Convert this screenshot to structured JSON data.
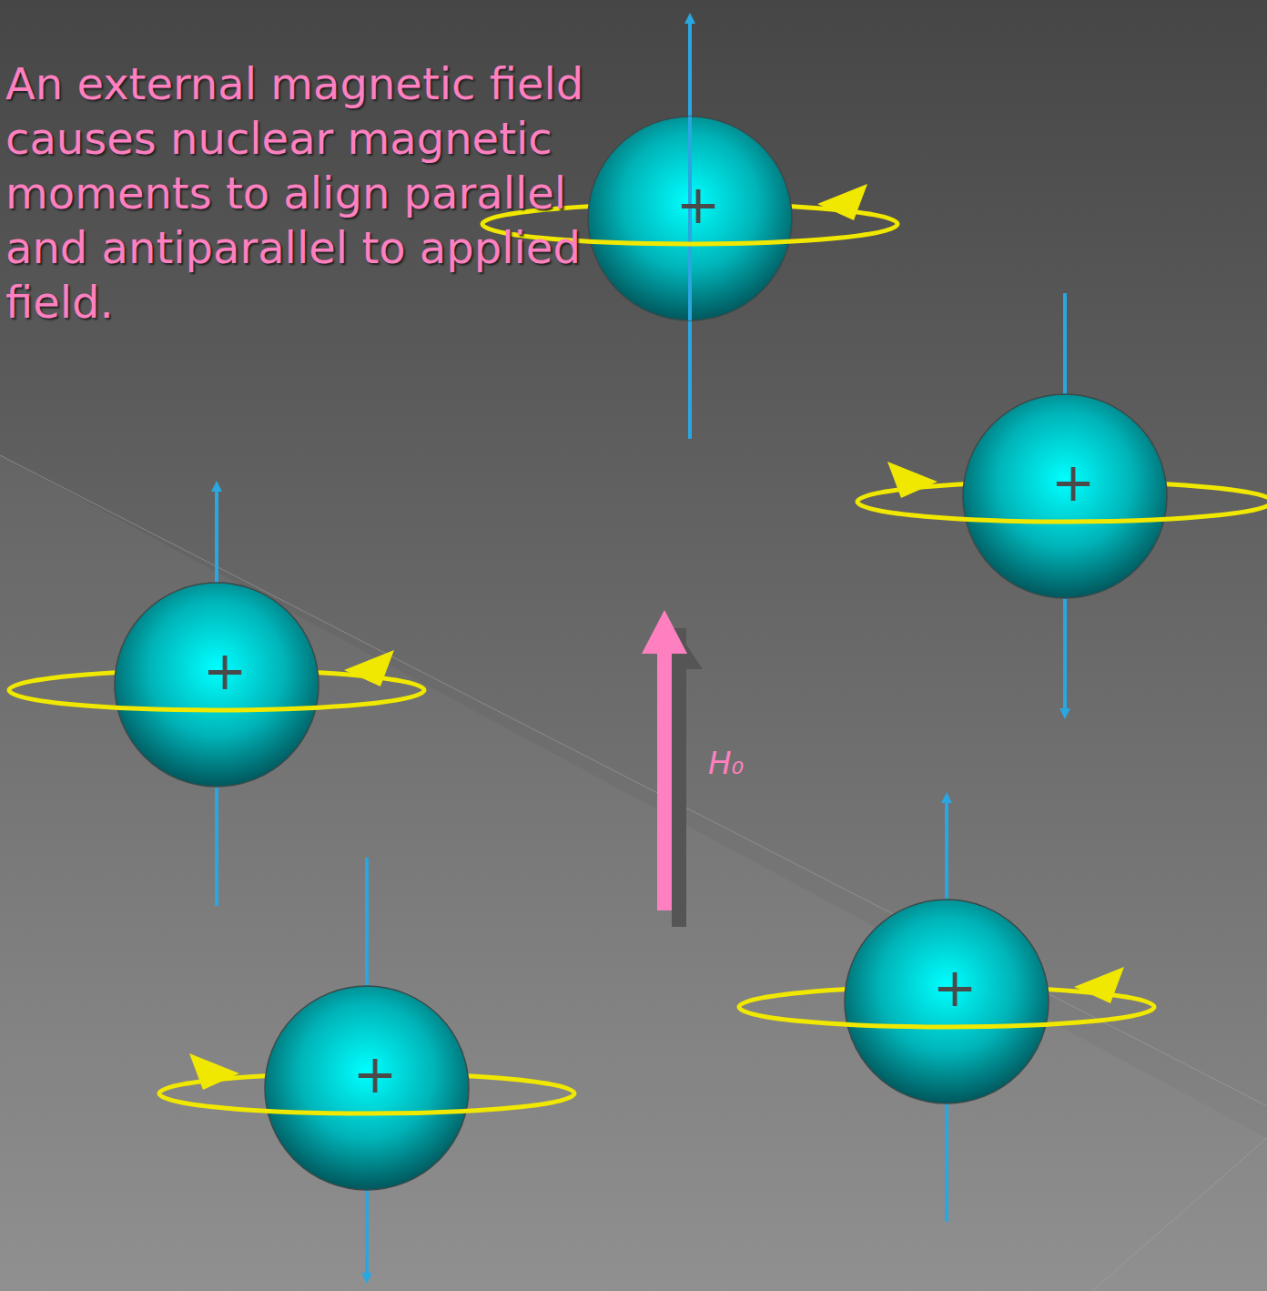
{
  "diagram": {
    "nodes": [
      {
        "text": [
          "+"
        ]
      },
      {
        "text": [
          "+"
        ]
      },
      {
        "text": [
          "+"
        ]
      },
      {
        "text": [
          "+"
        ]
      },
      {
        "text": [
          "+"
        ]
      }
    ],
    "labels": [
      "An external magnetic field causes nuclear magnetic moments to align parallel and antiparallel to applied field.",
      "H₀"
    ]
  }
}
